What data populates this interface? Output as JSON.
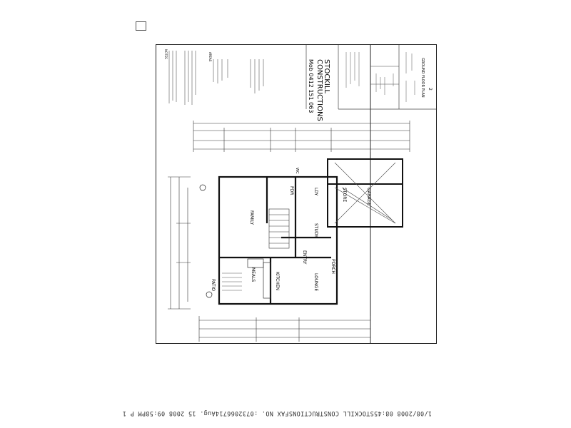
{
  "fax": {
    "left": "1/08/2008 08:45",
    "company": "STOCKILL CONSTRUCTIONS",
    "fax_no": "FAX NO. :0732066714",
    "right": "Aug. 15 2008 09:58PM P 1"
  },
  "title_block": {
    "company_line1": "STOCKILL",
    "company_line2": "CONSTRUCTIONS",
    "mobile": "Mob 0412 151 063",
    "drawing_title": "GROUND FLOOR PLAN",
    "sheet_no": "2"
  },
  "rooms": {
    "family": "FAMILY",
    "meals": "MEALS",
    "kitchen": "KITCHEN",
    "lounge": "LOUNGE",
    "entry": "ENTRY",
    "study": "STUDY",
    "garage": "GARAGE",
    "store": "STORE",
    "ldy": "LDY",
    "pdr": "PDR",
    "patio": "PATIO",
    "porch": "PORCH",
    "wc": "WC"
  },
  "notes_heading": "NOTES",
  "areas_heading": "AREAS"
}
